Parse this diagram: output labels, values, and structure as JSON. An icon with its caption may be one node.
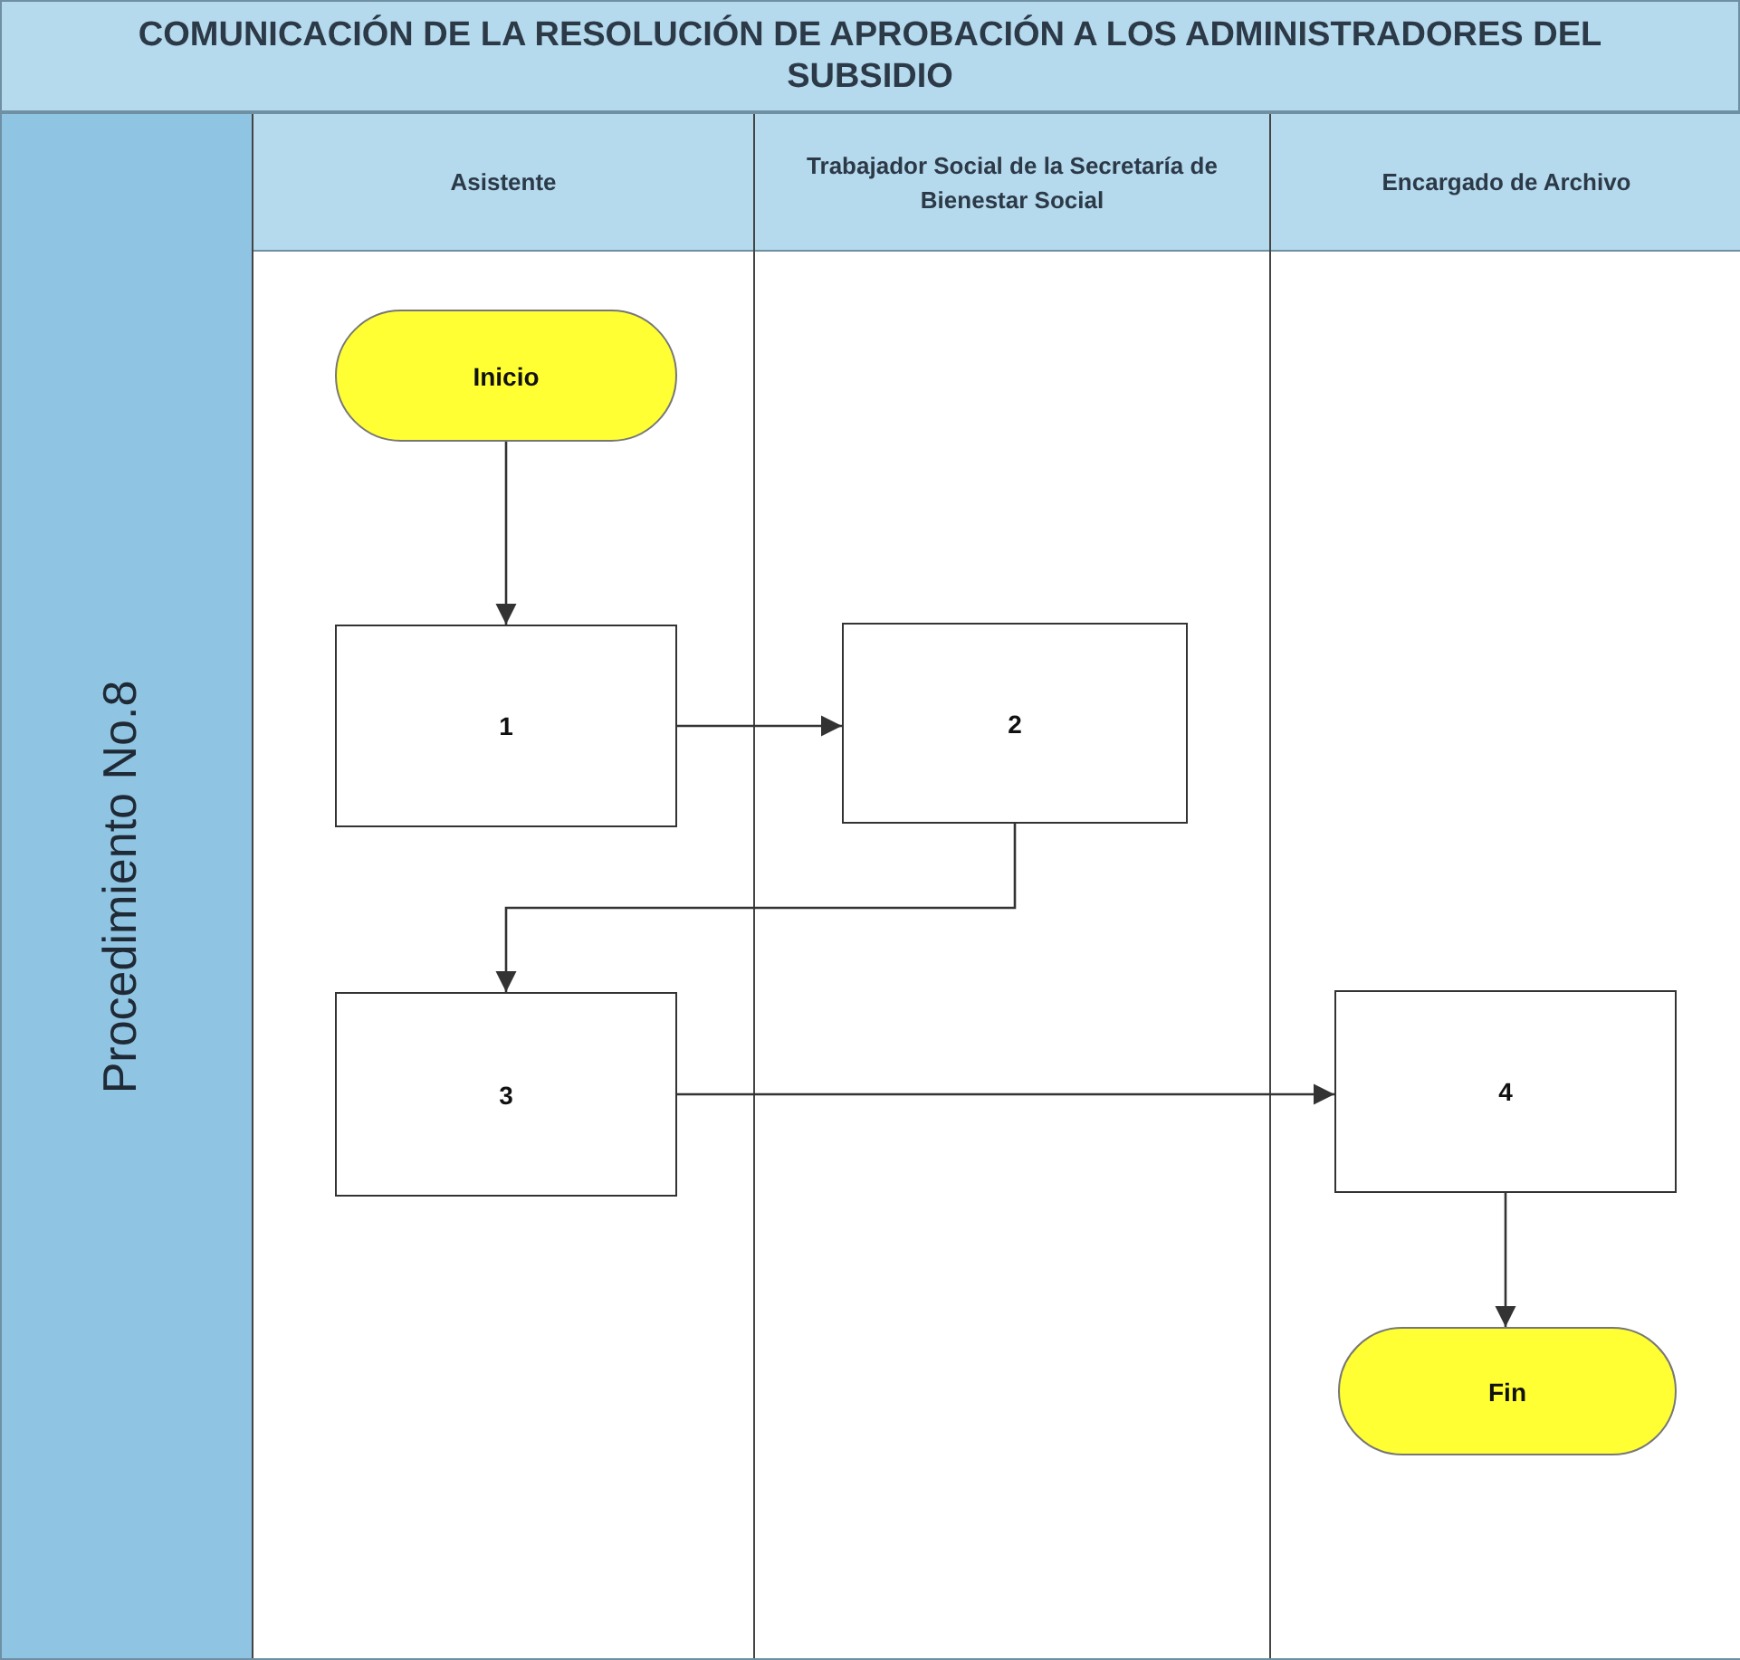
{
  "diagram": {
    "title": "COMUNICACIÓN DE LA RESOLUCIÓN DE APROBACIÓN A LOS ADMINISTRADORES DEL SUBSIDIO",
    "nodes": [
      {
        "text": [
          "Procedimiento No.8"
        ]
      },
      {
        "text": [
          "Asistente"
        ],
        "in": 0
      },
      {
        "text": [
          "Trabajador Social de la Secretaría de Bienestar Social"
        ],
        "in": 0
      },
      {
        "text": [
          "Encargado de Archivo"
        ],
        "in": 0
      },
      {
        "text": [
          "Inicio"
        ],
        "in": 1
      },
      {
        "text": [
          "1"
        ],
        "in": 1
      },
      {
        "text": [
          "2"
        ],
        "in": 2
      },
      {
        "text": [
          "3"
        ],
        "in": 1
      },
      {
        "text": [
          "4"
        ],
        "in": 3
      },
      {
        "text": [
          "Fin"
        ],
        "in": 3
      }
    ],
    "edges": [
      {
        "from": 4,
        "to": 5,
        "arrow": "to"
      },
      {
        "from": 5,
        "to": 6,
        "arrow": "to"
      },
      {
        "from": 6,
        "to": 7,
        "arrow": "to"
      },
      {
        "from": 7,
        "to": 8,
        "arrow": "to"
      },
      {
        "from": 8,
        "to": 9,
        "arrow": "to"
      }
    ]
  }
}
